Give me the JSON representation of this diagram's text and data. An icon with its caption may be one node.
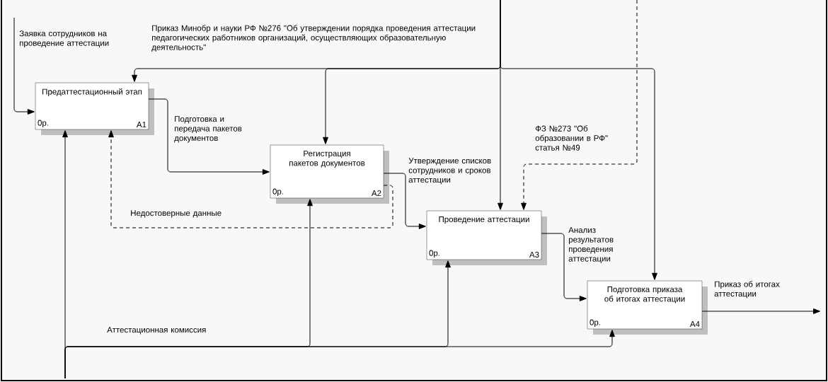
{
  "diagram": {
    "nodes": [
      {
        "text": [
          "Предаттестационный этап",
          "0р.",
          "A1"
        ]
      },
      {
        "text": [
          "Регистрация пакетов документов",
          "0р.",
          "A2"
        ]
      },
      {
        "text": [
          "Проведение аттестации",
          "0р.",
          "A3"
        ]
      },
      {
        "text": [
          "Подготовка приказа об итогах аттестации",
          "0р.",
          "A4"
        ]
      }
    ],
    "edges": [
      {
        "from": null,
        "to": 0,
        "arrow": "to",
        "label": "Заявка сотрудников на проведение аттестации"
      },
      {
        "from": null,
        "to": 0,
        "arrow": "to",
        "label": "Приказ Минобр и науки РФ №276 \"Об утверждении порядка проведения аттестации педагогических работников организаций, осуществляющих образовательную деятельность\""
      },
      {
        "from": null,
        "to": 1,
        "arrow": "to"
      },
      {
        "from": null,
        "to": 2,
        "arrow": "to"
      },
      {
        "from": null,
        "to": 3,
        "arrow": "to"
      },
      {
        "from": null,
        "to": 2,
        "arrow": "to",
        "style": "dashed",
        "label": "ФЗ №273 \"Об образовании в РФ\" статья №49"
      },
      {
        "from": 0,
        "to": 1,
        "arrow": "to",
        "label": "Подготовка и передача пакетов документов"
      },
      {
        "from": 1,
        "to": 2,
        "arrow": "to",
        "label": "Утверждение списков сотрудников и сроков аттестации"
      },
      {
        "from": 1,
        "to": 0,
        "arrow": "to",
        "style": "dashed",
        "label": "Недостоверные данные"
      },
      {
        "from": 2,
        "to": 3,
        "arrow": "to",
        "label": "Анализ результатов проведения аттестации"
      },
      {
        "from": 3,
        "to": null,
        "arrow": "to",
        "label": "Приказ об итогах аттестации"
      },
      {
        "from": null,
        "to": 0,
        "arrow": "to"
      },
      {
        "from": null,
        "to": 1,
        "arrow": "to",
        "label": "Аттестационная комиссия"
      },
      {
        "from": null,
        "to": 2,
        "arrow": "to"
      },
      {
        "from": null,
        "to": 3,
        "arrow": "to"
      }
    ]
  }
}
